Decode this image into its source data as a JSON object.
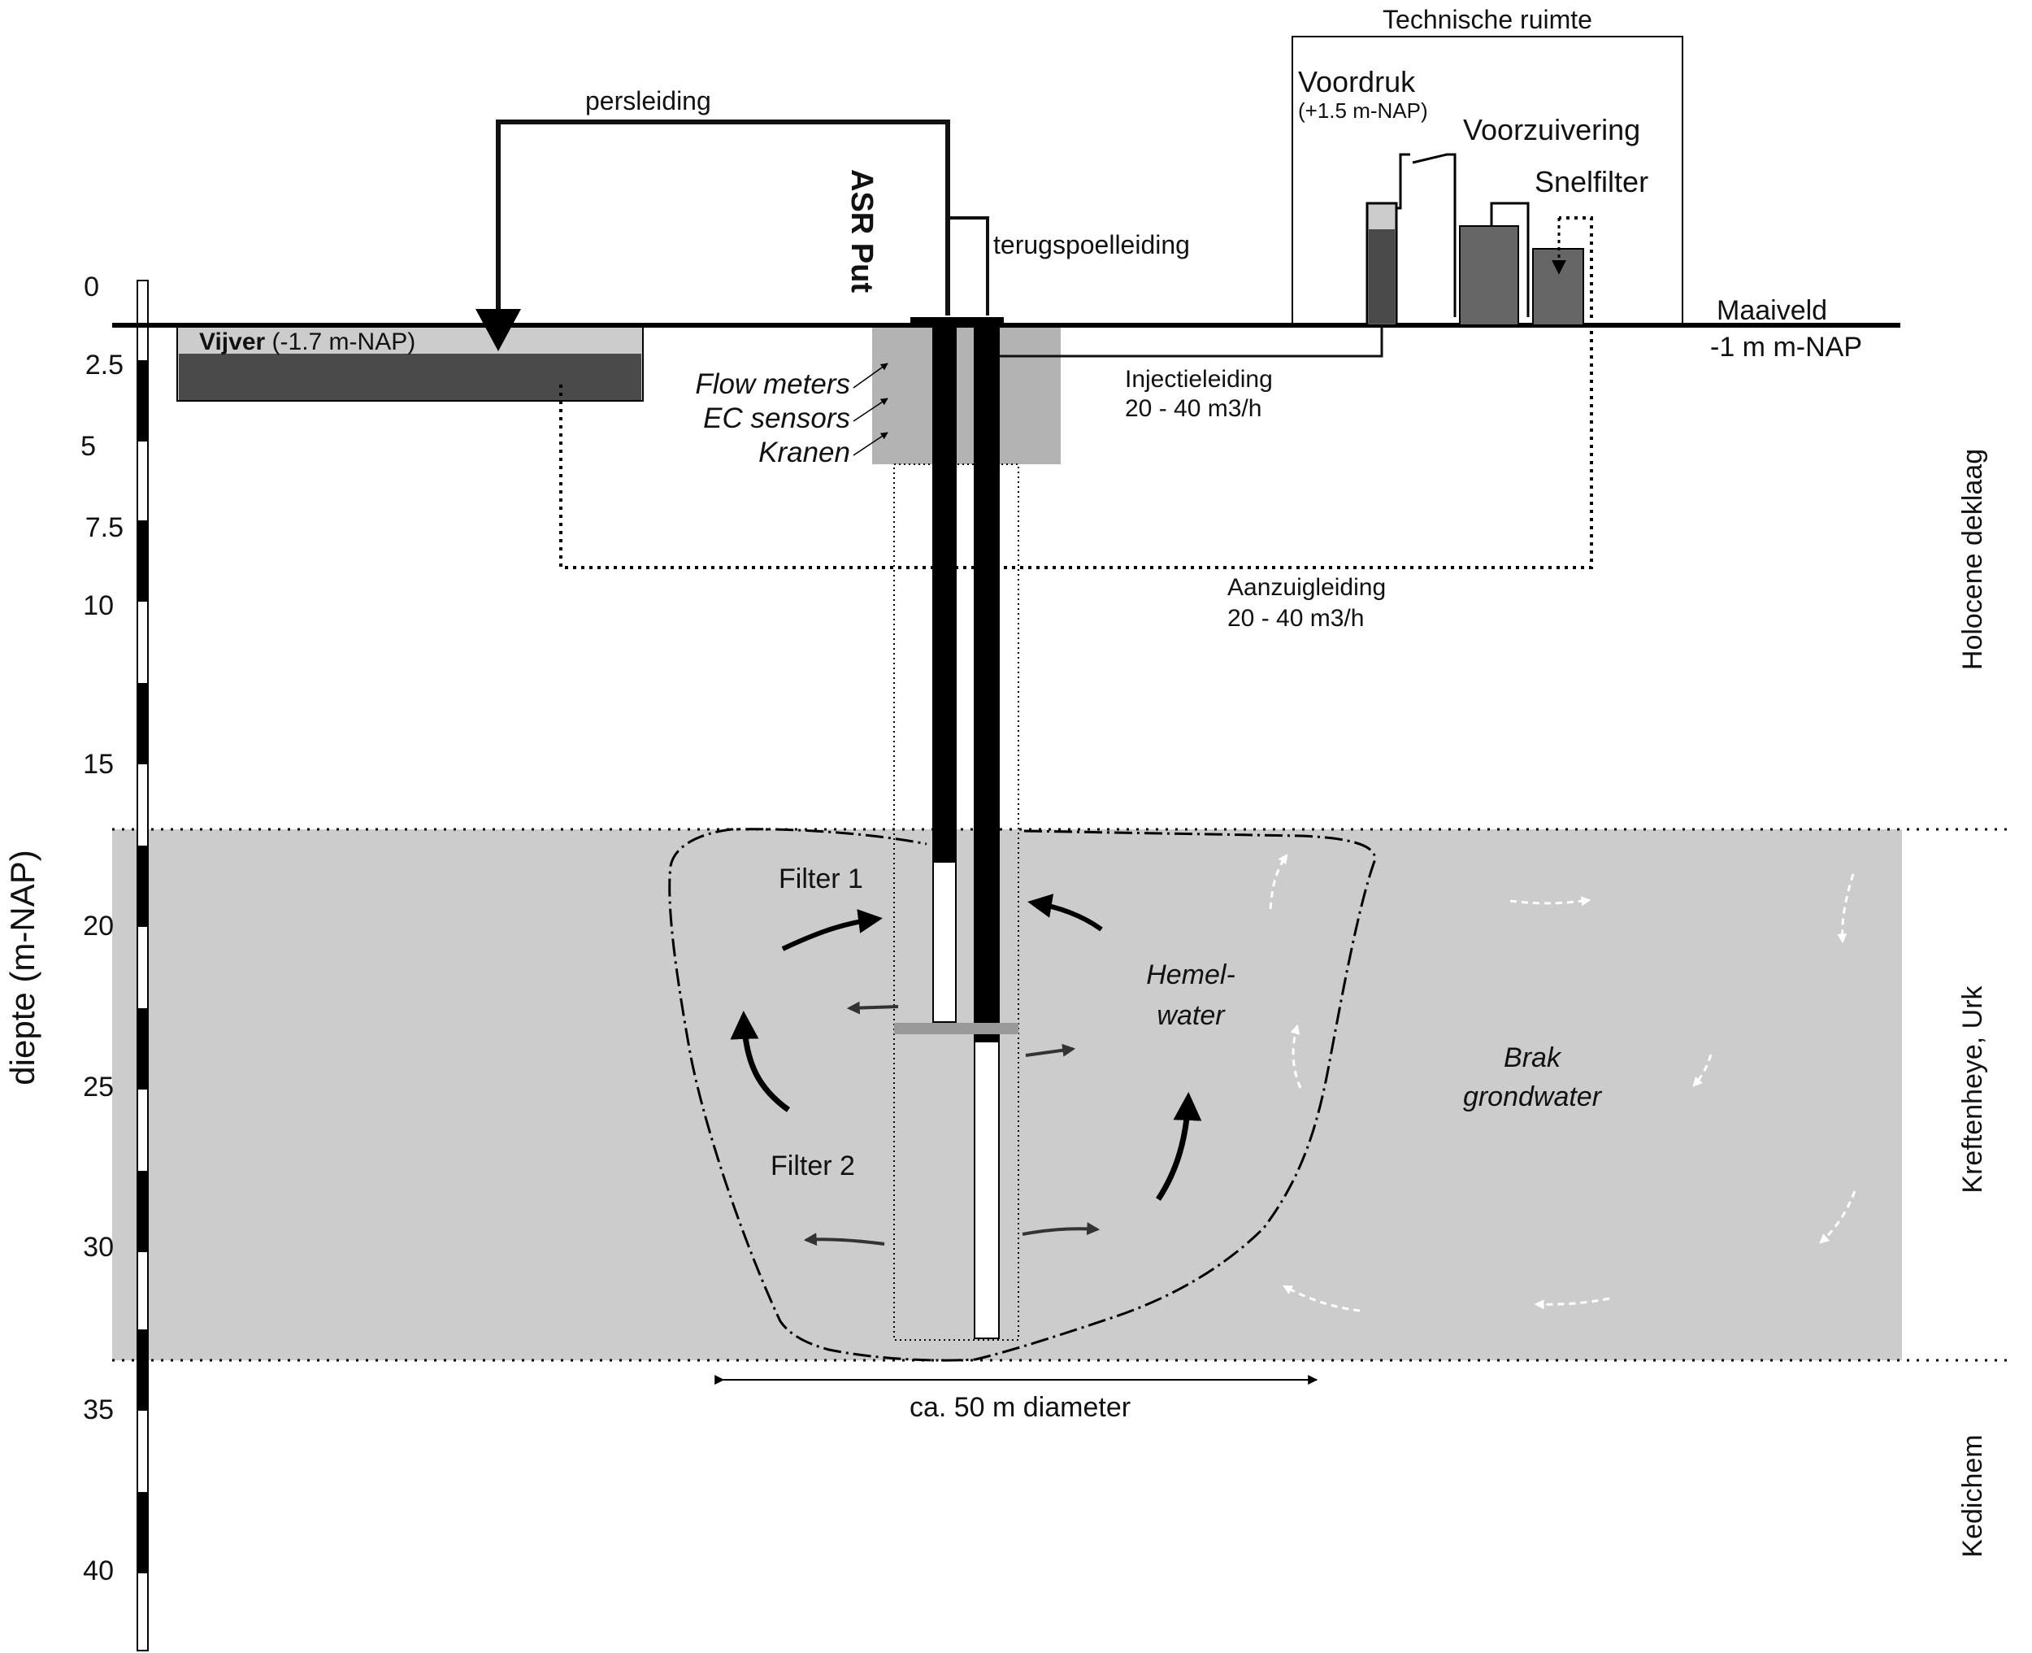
{
  "axis": {
    "label": "diepte (m-NAP)",
    "ticks": [
      "0",
      "2.5",
      "5",
      "7.5",
      "10",
      "15",
      "20",
      "25",
      "30",
      "35",
      "40"
    ]
  },
  "labels": {
    "technische_ruimte": "Technische ruimte",
    "voordruk": "Voordruk",
    "voordruk_level": "(+1.5 m-NAP)",
    "voorzuivering": "Voorzuivering",
    "snelfilter": "Snelfilter",
    "persleiding": "persleiding",
    "asr_put": "ASR Put",
    "terugspoelleiding": "terugspoelleiding",
    "vijver": "Vijver",
    "vijver_level": " (-1.7 m-NAP)",
    "maaiveld": "Maaiveld",
    "maaiveld_level": "-1 m m-NAP",
    "flow_meters": "Flow meters",
    "ec_sensors": "EC sensors",
    "kranen": "Kranen",
    "injectieleiding": "Injectieleiding",
    "injectie_rate": "20 - 40 m3/h",
    "aanzuigleiding": "Aanzuigleiding",
    "aanzuig_rate": "20 - 40 m3/h",
    "filter1": "Filter 1",
    "filter2": "Filter 2",
    "hemelwater_1": "Hemel-",
    "hemelwater_2": "water",
    "brak_1": "Brak",
    "brak_2": "grondwater",
    "diameter": "ca. 50 m diameter"
  },
  "layers": {
    "holocene": "Holocene deklaag",
    "kreftenheye": "Kreftenheye, Urk",
    "kedichem": "Kedichem"
  },
  "colors": {
    "aquifer": "#cccccc",
    "box": "#b3b3b3",
    "pond_top": "#cccccc",
    "pond_water": "#4a4a4a",
    "tank": "#666666",
    "pipe": "#111111"
  }
}
